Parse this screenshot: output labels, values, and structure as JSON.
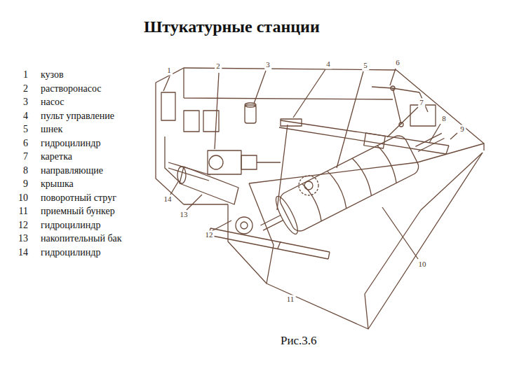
{
  "diagram": {
    "title": "Штукатурные станции",
    "caption": "Рис.3.6",
    "labels": [
      "1",
      "кузов",
      "2",
      "растворонасос",
      "3",
      "насос",
      "4",
      "пульт управление",
      "5",
      "шнек",
      "6",
      "гидроцилиндр",
      "7",
      "каретка",
      "8",
      "направляющие",
      "9",
      "крышка",
      "10",
      "поворотный струг",
      "11",
      "приемный бункер",
      "12",
      "гидроцилиндр",
      "13",
      "накопительный бак",
      "14",
      "гидроцилиндр",
      "1",
      "2",
      "3",
      "4",
      "5",
      "6",
      "7",
      "8",
      "9",
      "10",
      "11",
      "12",
      "13",
      "14"
    ]
  }
}
